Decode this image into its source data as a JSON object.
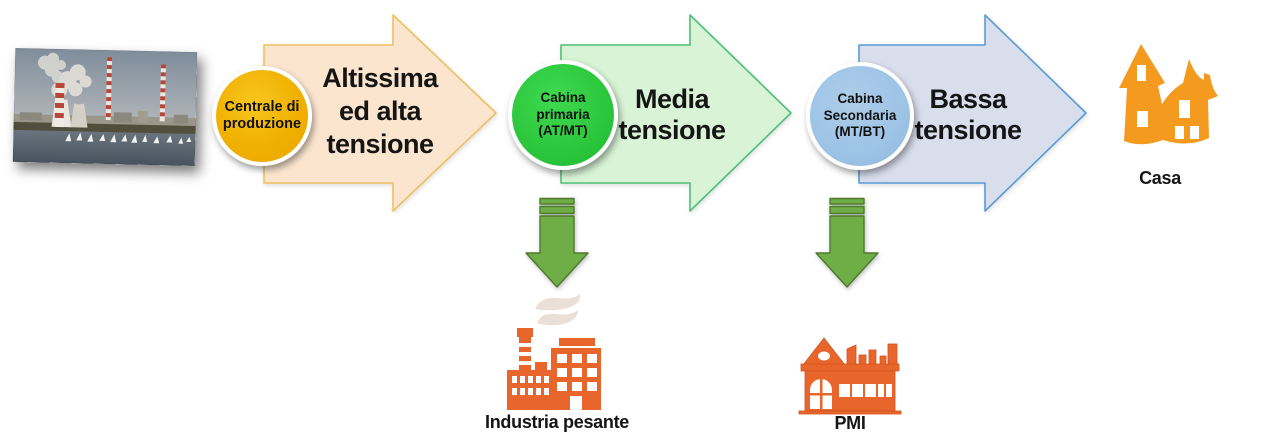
{
  "flow": {
    "stages": [
      {
        "node_label": "Centrale di\nproduzione",
        "node_color": "#F0B000",
        "arrow_label": "Altissima\ned alta\ntensione",
        "arrow_fill": "#FBE5CE",
        "arrow_border": "#EFC063"
      },
      {
        "node_label": "Cabina\nprimaria\n(AT/MT)",
        "node_color": "#2DC83D",
        "arrow_label": "Media\ntensione",
        "arrow_fill": "#D8F3D5",
        "arrow_border": "#4FC07A"
      },
      {
        "node_label": "Cabina\nSecondaria\n(MT/BT)",
        "node_color": "#9DC3E6",
        "arrow_label": "Bassa\ntensione",
        "arrow_fill": "#D9DEEC",
        "arrow_border": "#5B9BD5"
      }
    ],
    "destinations": [
      {
        "label": "Casa",
        "icon": "house-icon",
        "icon_color": "#F49B1F"
      },
      {
        "label": "Industria pesante",
        "icon": "factory-icon",
        "icon_color": "#E8662B"
      },
      {
        "label": "PMI",
        "icon": "small-business-icon",
        "icon_color": "#E8662B"
      }
    ],
    "photo": {
      "icon": "power-plant-photo"
    },
    "down_arrow_color": "#6FAD47"
  }
}
